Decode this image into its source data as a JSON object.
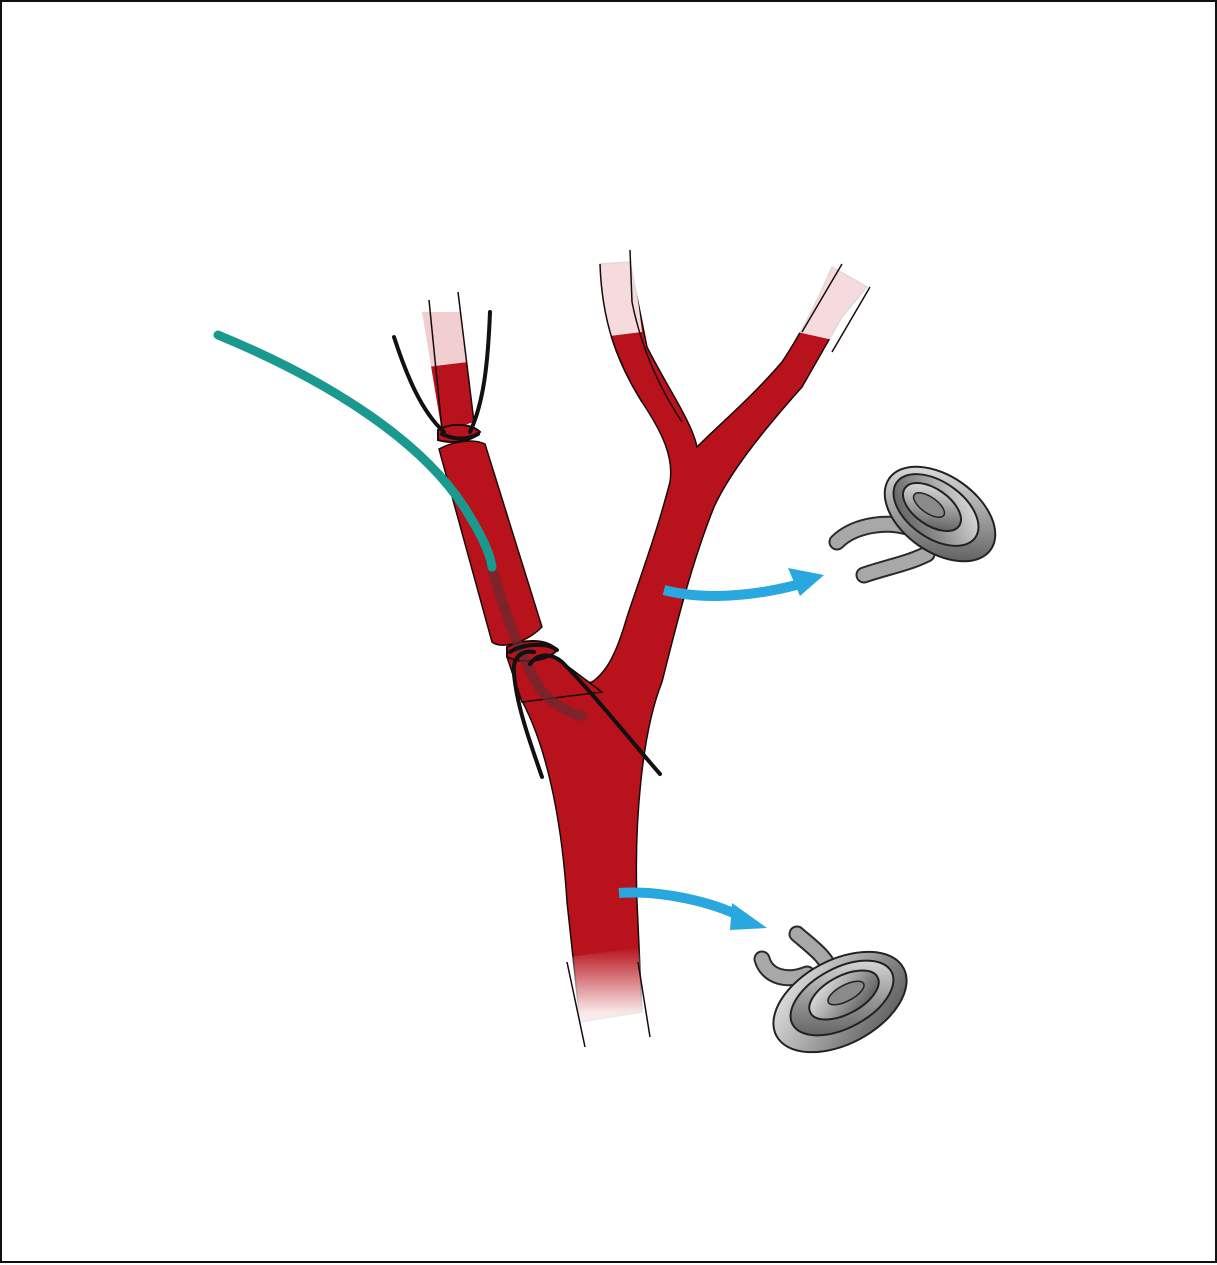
{
  "figure": {
    "colors": {
      "vessel": "#b8121c",
      "vessel_outline": "#1a0a0a",
      "suture": "#111111",
      "catheter": "#1a9a8f",
      "arrow": "#29a8e0",
      "clip_light": "#e6e6e6",
      "clip_dark": "#5a5a5a",
      "background": "#ffffff",
      "frame": "#111111"
    },
    "elements": {
      "vessel": "bifurcating-artery",
      "catheter": "cannula-tube",
      "sutures": "ligature-sutures",
      "arrows": "clip-placement-arrows",
      "clips": "spring-vascular-clips"
    }
  }
}
